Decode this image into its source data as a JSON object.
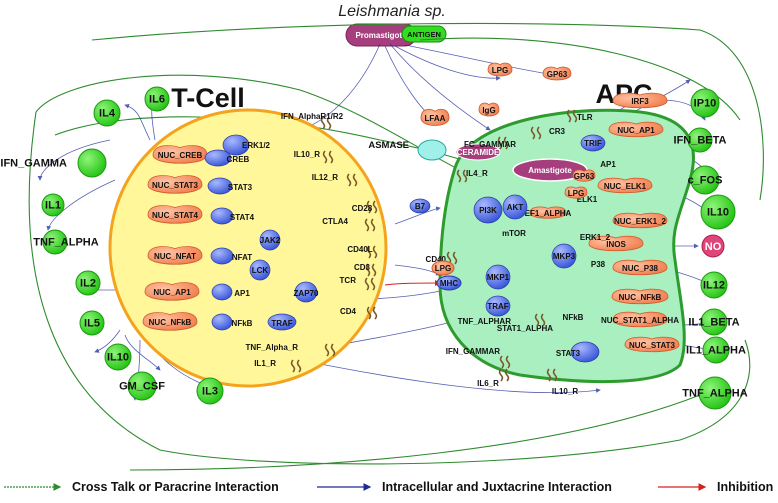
{
  "title": "Leishmania sp.",
  "parasite": {
    "promastigote": "Promastigote",
    "antigen": "ANTIGEN",
    "amastigote": "Amastigote"
  },
  "cells": {
    "tcell": "T-Cell",
    "apc": "APC"
  },
  "colors": {
    "green_node": "#33dd22",
    "orange_node": "#ff9966",
    "blue_node": "#4d6fe6",
    "tcell_fill": "#fff79a",
    "tcell_border": "#f4a31d",
    "apc_fill": "#a9efc0",
    "apc_border": "#2e9b2e",
    "purple": "#a63d7c",
    "cross_talk": "#2e8b2e",
    "intracellular": "#1d2a99",
    "inhibition": "#d62020"
  },
  "tcell_cytokines": [
    "IL4",
    "IL6",
    "IFN_GAMMA",
    "IL1",
    "TNF_ALPHA",
    "IL2",
    "IL5",
    "IL10",
    "GM_CSF",
    "IL3"
  ],
  "apc_cytokines": [
    "IP10",
    "IFN_BETA",
    "c_FOS",
    "IL10",
    "NO",
    "IL12",
    "IL1_BETA",
    "IL1_ALPHA",
    "TNF_ALPHA"
  ],
  "tcell_nucleus": [
    "NUC_CREB",
    "NUC_STAT3",
    "NUC_STAT4",
    "NUC_NFAT",
    "NUC_AP1",
    "NUC_NFkB"
  ],
  "tcell_proteins": [
    "CREB",
    "ERK1/2",
    "STAT3",
    "STAT4",
    "JAK2",
    "NFAT",
    "LCK",
    "AP1",
    "ZAP70",
    "NFkB",
    "TRAF"
  ],
  "tcell_receptors": [
    "IFN_AlphaR1/R2",
    "IL10_R",
    "IL12_R",
    "CD28",
    "CTLA4",
    "CD40L",
    "CD3",
    "TCR",
    "CD4",
    "TNF_Alpha_R",
    "IL1_R"
  ],
  "interface": [
    "B7",
    "CD40",
    "LPG",
    "MHC"
  ],
  "apc_top": [
    "LPG",
    "GP63",
    "IgG",
    "LFAA",
    "ASMASE",
    "CERAMIDE",
    "CR3",
    "TLR",
    "FC_GAMMAR"
  ],
  "apc_nucleus": [
    "IRF3",
    "NUC_AP1",
    "NUC_ELK1",
    "NUC_ERK1_2",
    "INOS",
    "NUC_P38",
    "NUC_NFkB",
    "NUC_STAT1_ALPHA",
    "NUC_STAT3"
  ],
  "apc_proteins": [
    "TRIF",
    "AP1",
    "GP63",
    "ELK1",
    "LPG",
    "EF1_ALPHA",
    "PI3K",
    "AKT",
    "mTOR",
    "ERK1_2",
    "MKP3",
    "P38",
    "MKP1",
    "TRAF",
    "NFkB",
    "STAT1_ALPHA",
    "STAT3"
  ],
  "apc_receptors": [
    "IL4_R",
    "TNF_ALPHAR",
    "IFN_GAMMAR",
    "IL6_R",
    "IL10_R"
  ],
  "legend": [
    {
      "text": "Cross Talk or Paracrine Interaction",
      "color": "#2e8b2e"
    },
    {
      "text": "Intracellular and Juxtacrine Interaction",
      "color": "#1d2a99"
    },
    {
      "text": "Inhibition",
      "color": "#d62020"
    }
  ]
}
